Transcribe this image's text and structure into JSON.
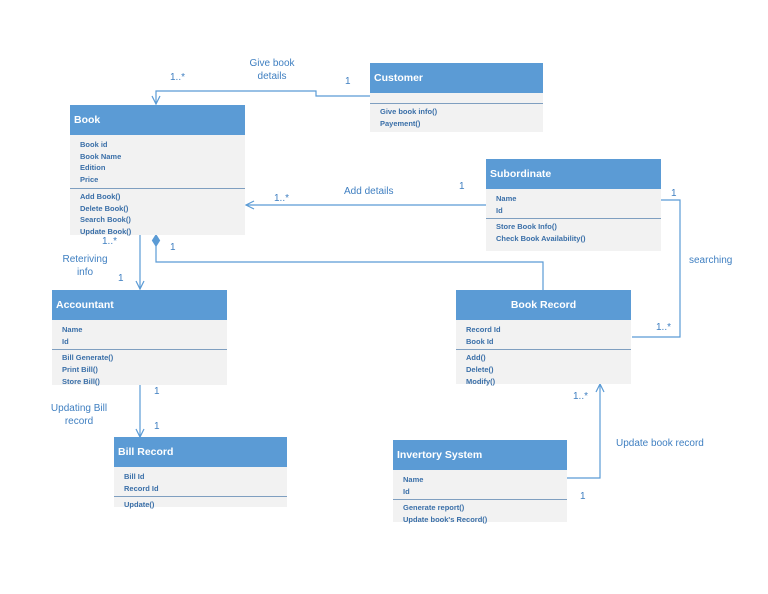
{
  "classes": {
    "customer": {
      "name": "Customer",
      "attributes": [],
      "operations": [
        "Give book info()",
        "Payement()"
      ]
    },
    "book": {
      "name": "Book",
      "attributes": [
        "Book id",
        "Book Name",
        "Edition",
        "Price"
      ],
      "operations": [
        "Add Book()",
        "Delete Book()",
        "Search Book()",
        "Update Book()"
      ]
    },
    "subordinate": {
      "name": "Subordinate",
      "attributes": [
        "Name",
        "Id"
      ],
      "operations": [
        "Store Book Info()",
        "Check Book Availability()"
      ]
    },
    "accountant": {
      "name": "Accountant",
      "attributes": [
        "Name",
        "Id"
      ],
      "operations": [
        "Bill Generate()",
        "Print Bill()",
        "Store Bill()"
      ]
    },
    "book_record": {
      "name": "Book Record",
      "attributes": [
        "Record Id",
        "Book Id"
      ],
      "operations": [
        "Add()",
        "Delete()",
        "Modify()"
      ]
    },
    "bill_record": {
      "name": "Bill Record",
      "attributes": [
        "Bill Id",
        "Record Id"
      ],
      "operations": [
        "Update()"
      ]
    },
    "inventory_system": {
      "name": "Invertory System",
      "attributes": [
        "Name",
        "Id"
      ],
      "operations": [
        "Generate report()",
        "Update book's Record()"
      ]
    }
  },
  "labels": {
    "give_book_details": "Give book details",
    "add_details": "Add details",
    "reteriving_info": "Reteriving info",
    "searching": "searching",
    "updating_bill_record": "Updating Bill record",
    "update_book_record": "Update book record"
  },
  "multiplicities": {
    "book_customer": "1..*",
    "customer_book": "1",
    "book_subordinate": "1..*",
    "subordinate_book": "1",
    "subordinate_bookrecord": "1",
    "bookrecord_subordinate": "1..*",
    "book_accountant": "1..*",
    "accountant_book": "1",
    "book_bookrecord": "1",
    "accountant_billrecord": "1",
    "billrecord_accountant": "1",
    "bookrecord_inventory": "1..*",
    "inventory_bookrecord": "1"
  }
}
